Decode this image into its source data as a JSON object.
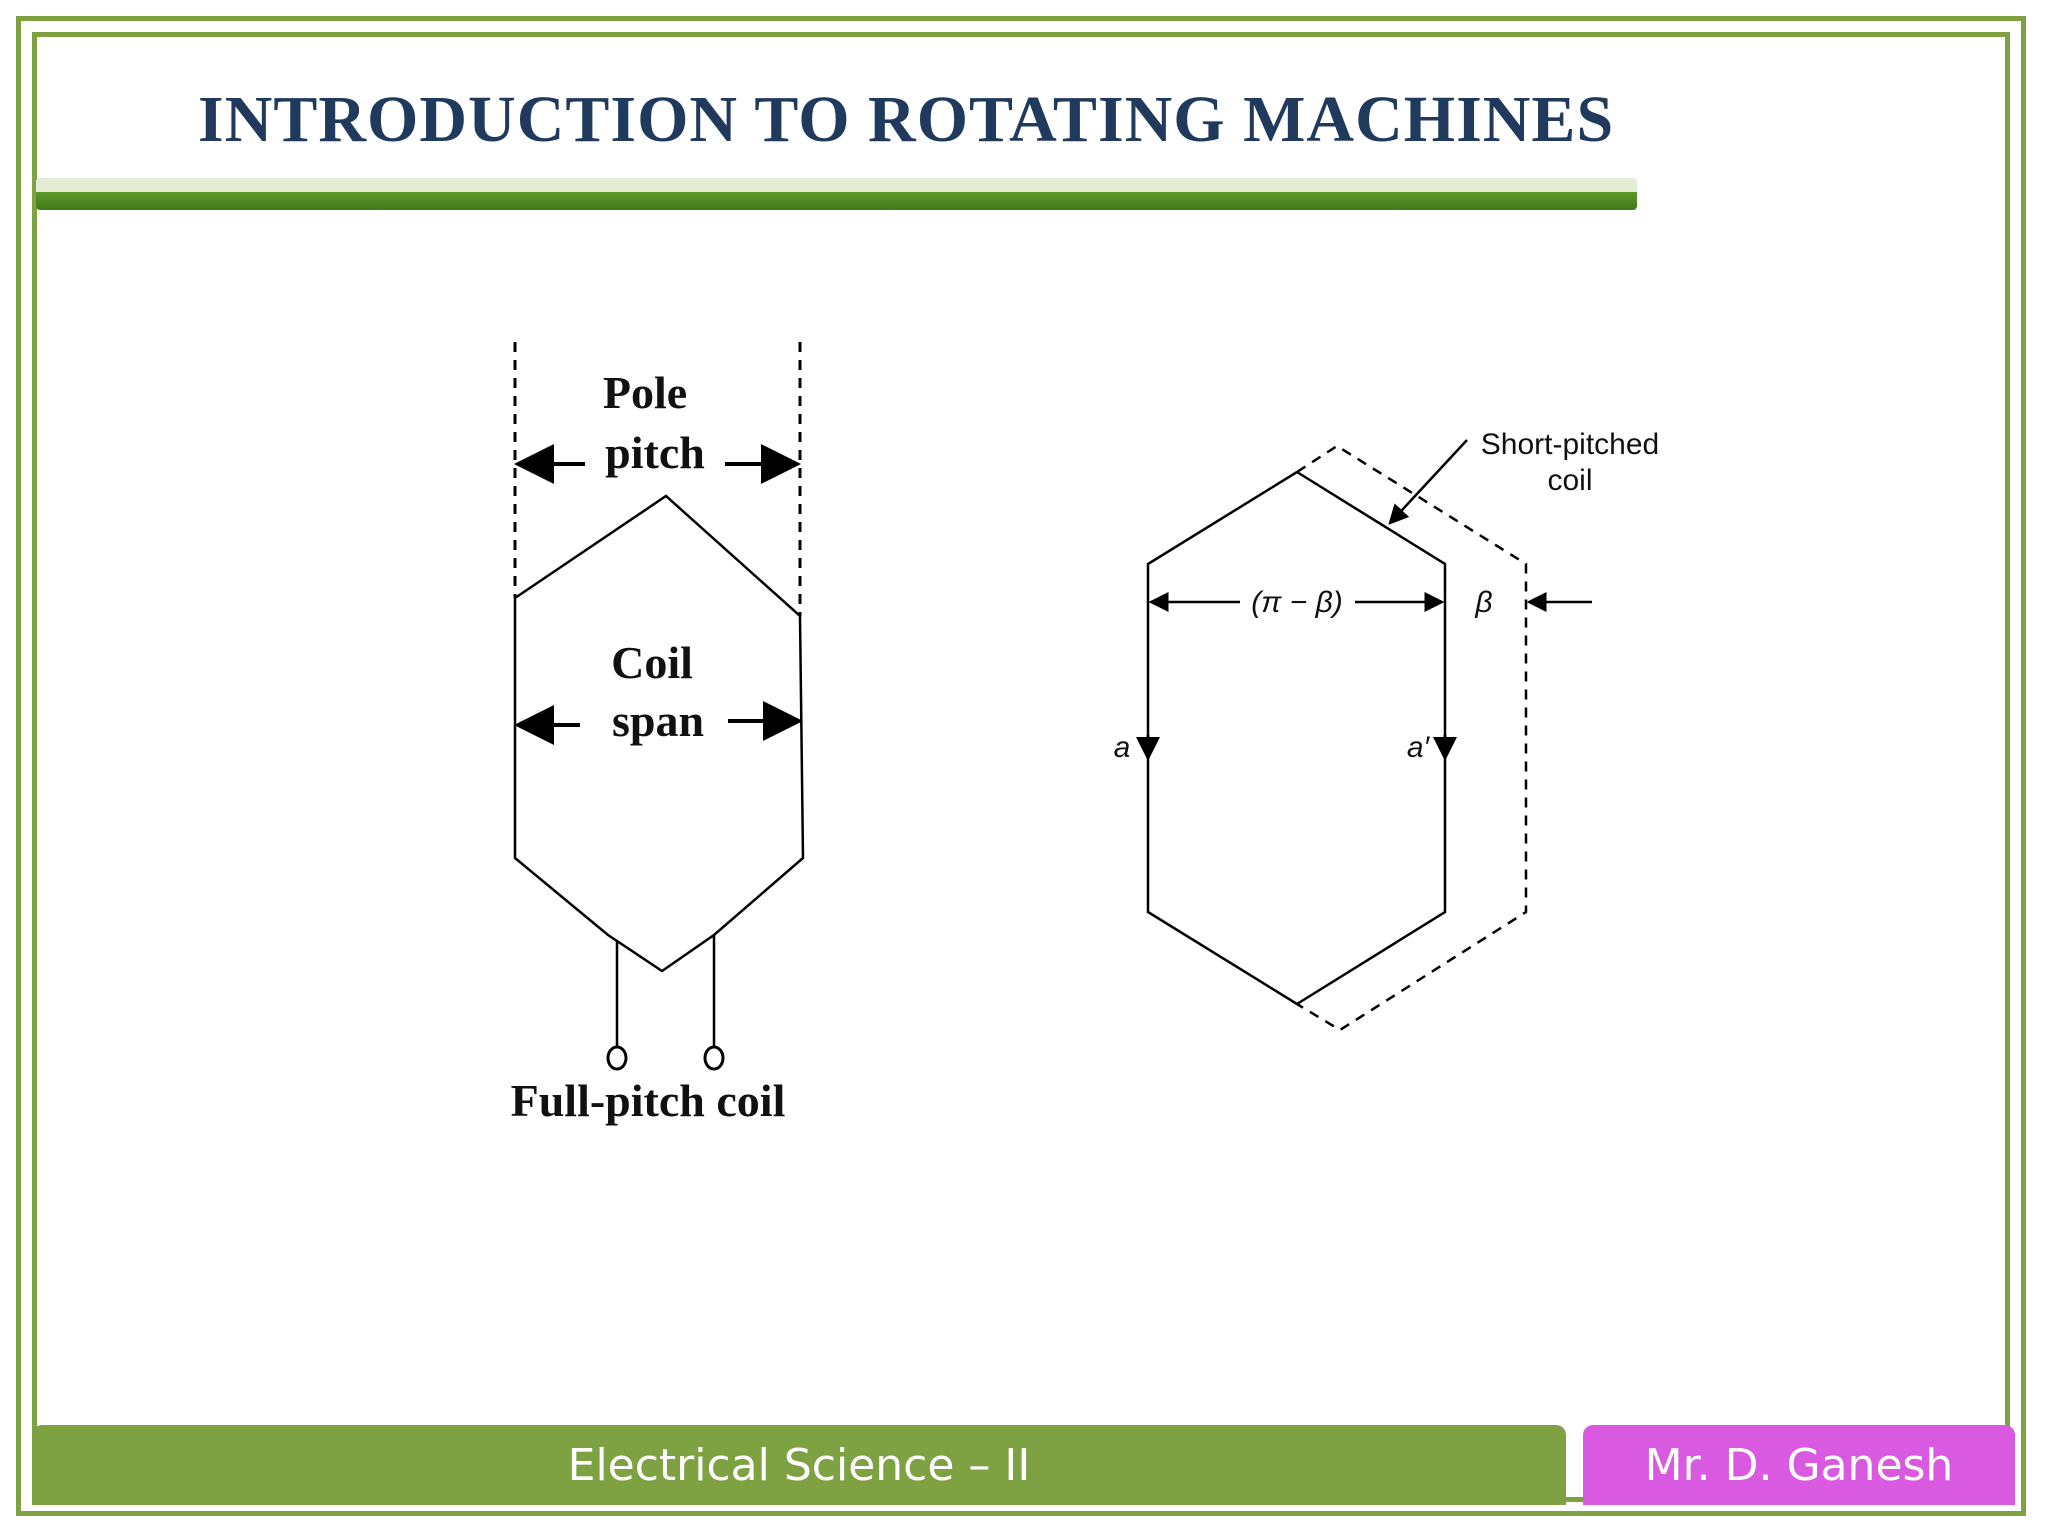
{
  "slide": {
    "title": "INTRODUCTION TO ROTATING MACHINES"
  },
  "full_pitch": {
    "pole_label": "Pole",
    "pitch_label": "pitch",
    "coil_label": "Coil",
    "span_label": "span",
    "caption": "Full-pitch coil"
  },
  "short_pitch": {
    "callout_line1": "Short-pitched",
    "callout_line2": "coil",
    "angle_label": "(π − β)",
    "beta_label": "β",
    "side_a": "a",
    "side_a_prime": "a′"
  },
  "footer": {
    "course": "Electrical Science – II",
    "author": "Mr. D. Ganesh"
  },
  "colors": {
    "frame": "#7ea242",
    "title": "#1f3a5c",
    "footer_left": "#7ea242",
    "footer_right": "#d95ae0"
  }
}
